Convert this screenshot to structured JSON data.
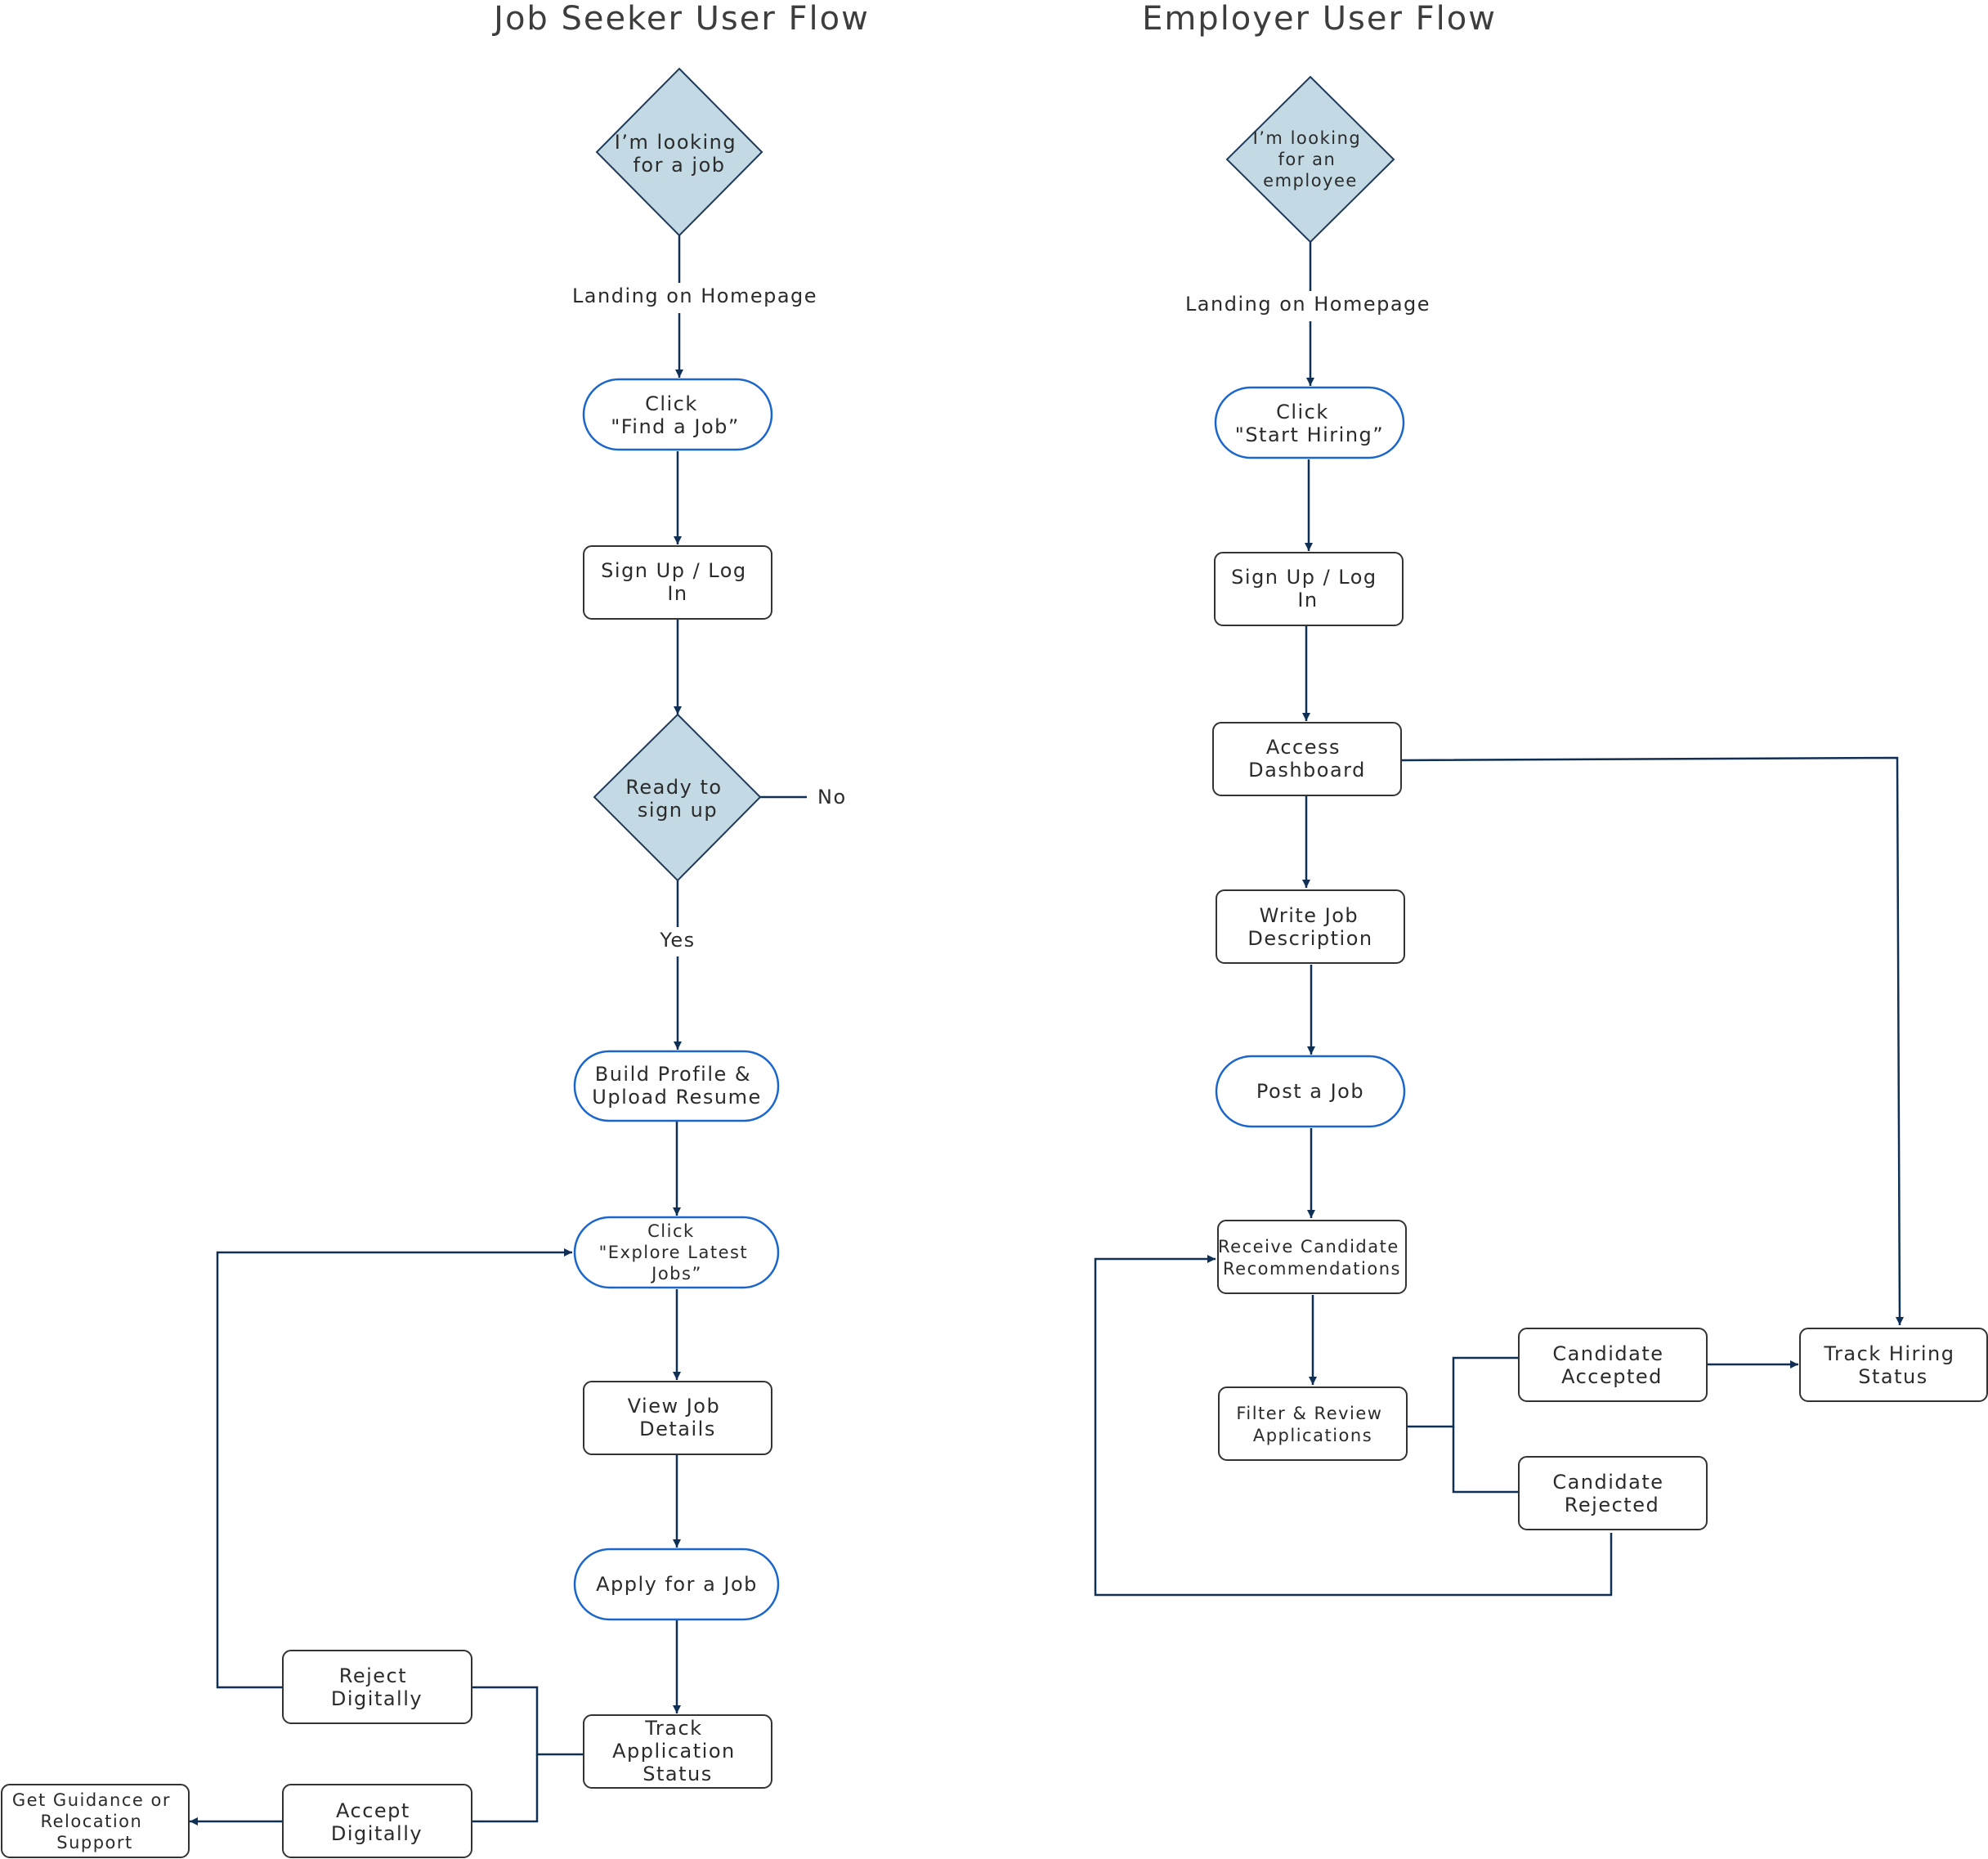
{
  "colors": {
    "diamond_fill": "#c3d9e3",
    "pill_stroke": "#1a66cc",
    "edge_stroke": "#0f2f55",
    "box_stroke": "#333333"
  },
  "job_seeker": {
    "title": "Job Seeker User Flow",
    "start": [
      "I’m looking",
      "for a job"
    ],
    "landing_label": "Landing on Homepage",
    "find_job": [
      "Click",
      "\"Find a Job”"
    ],
    "signup": [
      "Sign Up / Log",
      "In"
    ],
    "ready": [
      "Ready to",
      "sign up"
    ],
    "no_label": "No",
    "yes_label": "Yes",
    "build_profile": [
      "Build Profile &",
      "Upload Resume"
    ],
    "explore": [
      "Click",
      "\"Explore Latest",
      "Jobs”"
    ],
    "view_job": [
      "View Job",
      "Details"
    ],
    "apply": [
      "Apply for a Job"
    ],
    "track_app": [
      "Track",
      "Application",
      "Status"
    ],
    "reject": [
      "Reject",
      "Digitally"
    ],
    "accept": [
      "Accept",
      "Digitally"
    ],
    "guidance": [
      "Get Guidance or",
      "Relocation",
      "Support"
    ]
  },
  "employer": {
    "title": "Employer User Flow",
    "start": [
      "I’m looking",
      "for an",
      "employee"
    ],
    "landing_label": "Landing on Homepage",
    "start_hiring": [
      "Click",
      "\"Start Hiring”"
    ],
    "signup": [
      "Sign Up / Log",
      "In"
    ],
    "dashboard": [
      "Access",
      "Dashboard"
    ],
    "write_job": [
      "Write Job",
      "Description"
    ],
    "post_job": [
      "Post a Job"
    ],
    "receive": [
      "Receive Candidate",
      "Recommendations"
    ],
    "filter": [
      "Filter & Review",
      "Applications"
    ],
    "accepted": [
      "Candidate",
      "Accepted"
    ],
    "rejected": [
      "Candidate",
      "Rejected"
    ],
    "track_hiring": [
      "Track Hiring",
      "Status"
    ]
  }
}
